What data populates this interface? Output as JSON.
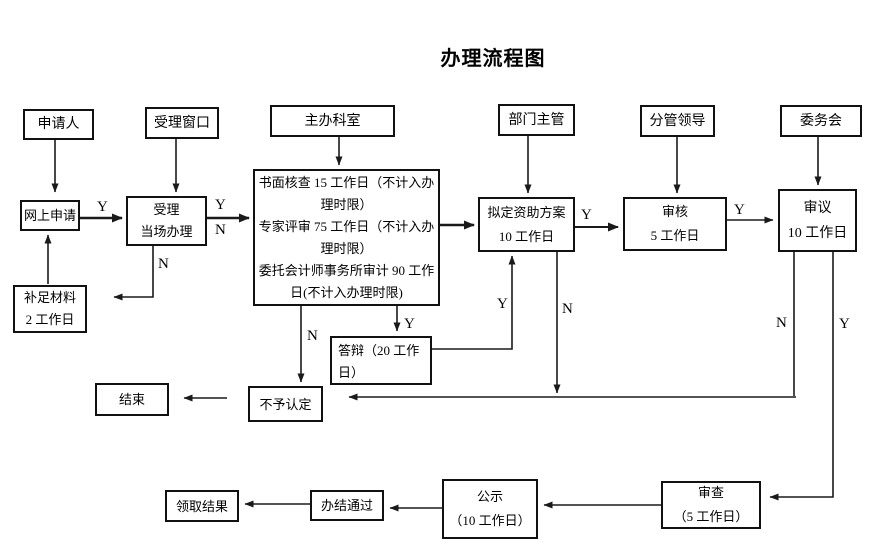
{
  "title": "办理流程图",
  "nodes": {
    "applicant": {
      "label": "申请人"
    },
    "window": {
      "label": "受理窗口"
    },
    "office": {
      "label": "主办科室"
    },
    "dept_head": {
      "label": "部门主管"
    },
    "leader": {
      "label": "分管领导"
    },
    "committee": {
      "label": "委务会"
    },
    "online_apply": {
      "label": "网上申请"
    },
    "accept": {
      "line1": "受理",
      "line2": "当场办理"
    },
    "office_tasks": {
      "line1": "书面核查 15 工作日（不计入办理时限）",
      "line2": "专家评审 75 工作日（不计入办理时限）",
      "line3": "委托会计师事务所审计 90 工作日(不计入办理时限)"
    },
    "plan": {
      "line1": "拟定资助方案",
      "line2": "10 工作日"
    },
    "review": {
      "line1": "审核",
      "line2": "5 工作日"
    },
    "deliberate": {
      "line1": "审议",
      "line2": "10 工作日"
    },
    "supplement": {
      "line1": "补足材料",
      "line2": "2 工作日"
    },
    "defense": {
      "label": "答辩（20 工作日）"
    },
    "reject": {
      "label": "不予认定"
    },
    "end": {
      "label": "结束"
    },
    "get_result": {
      "label": "领取结果"
    },
    "complete": {
      "label": "办结通过"
    },
    "publicity": {
      "line1": "公示",
      "line2": "（10 工作日）"
    },
    "inspect": {
      "line1": "审查",
      "line2": "（5 工作日）"
    }
  },
  "edge_labels": [
    {
      "text": "Y",
      "edge": "online-apply-to-accept"
    },
    {
      "text": "Y",
      "edge": "accept-to-office-tasks-yes"
    },
    {
      "text": "N",
      "edge": "accept-to-office-tasks-no"
    },
    {
      "text": "N",
      "edge": "accept-down-to-supplement"
    },
    {
      "text": "N",
      "edge": "office-tasks-to-reject"
    },
    {
      "text": "Y",
      "edge": "office-tasks-to-defense"
    },
    {
      "text": "Y",
      "edge": "plan-to-review"
    },
    {
      "text": "Y",
      "edge": "review-to-deliberate"
    },
    {
      "text": "Y",
      "edge": "defense-back-to-plan"
    },
    {
      "text": "N",
      "edge": "plan-down-to-reject"
    },
    {
      "text": "N",
      "edge": "deliberate-to-reject"
    },
    {
      "text": "Y",
      "edge": "deliberate-to-inspect"
    }
  ],
  "colors": {
    "line": "#1a1a1a",
    "text": "#000000",
    "background": "#ffffff"
  }
}
